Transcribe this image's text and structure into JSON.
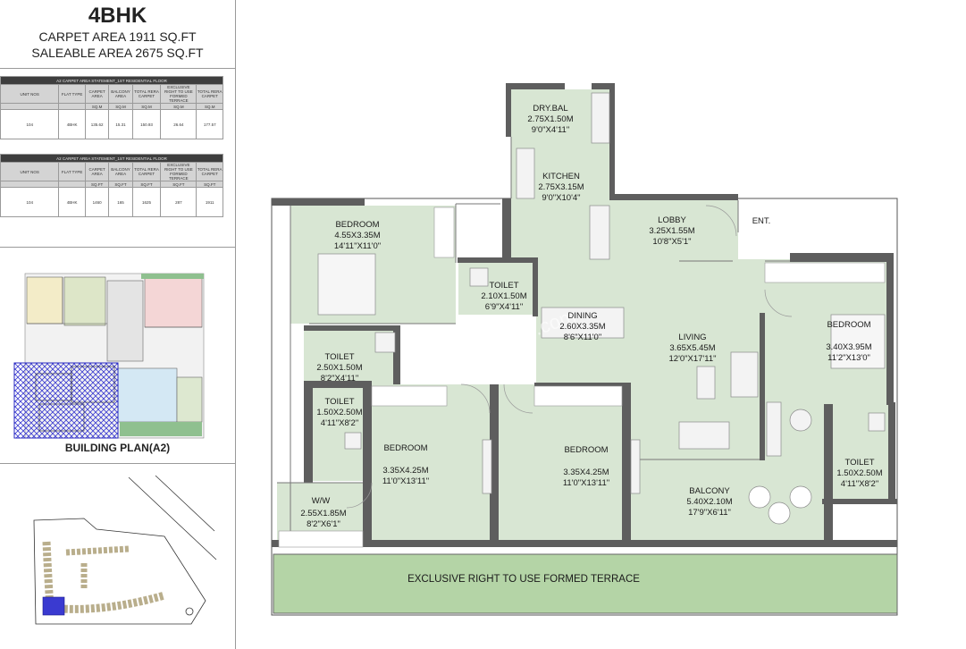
{
  "header": {
    "flat_type": "4BHK",
    "carpet_area": "CARPET AREA 1911 SQ.FT",
    "saleable_area": "SALEABLE AREA 2675 SQ.FT"
  },
  "tables": [
    {
      "caption": "A2 CARPET AREA STATEMENT_1ST RESIDENTIAL FLOOR",
      "headers": [
        "UNIT NOS",
        "FLAT TYPE",
        "CARPET AREA",
        "BALCONY AREA",
        "TOTAL RERA CARPET",
        "EXCLUSIVE RIGHT TO USE FORMED TERRACE",
        "TOTAL RERA CARPET"
      ],
      "units": [
        "",
        "",
        "SQ.M",
        "SQ.M",
        "SQ.M",
        "SQ.M",
        "SQ.M"
      ],
      "row": [
        "104",
        "4BHK",
        "135.62",
        "15.31",
        "150.93",
        "26.64",
        "177.57"
      ]
    },
    {
      "caption": "A2 CARPET AREA STATEMENT_1ST RESIDENTIAL FLOOR",
      "headers": [
        "UNIT NOS",
        "FLAT TYPE",
        "CARPET AREA",
        "BALCONY AREA",
        "TOTAL RERA CARPET",
        "EXCLUSIVE RIGHT TO USE FORMED TERRACE",
        "TOTAL RERA CARPET"
      ],
      "units": [
        "",
        "",
        "SQ.FT",
        "SQ.FT",
        "SQ.FT",
        "SQ.FT",
        "SQ.FT"
      ],
      "row": [
        "104",
        "4BHK",
        "1460",
        "165",
        "1625",
        "287",
        "1911"
      ]
    }
  ],
  "building_plan_label": "BUILDING PLAN(A2)",
  "watermark": "Housiey.com",
  "entry_label": "ENT.",
  "terrace_label": "EXCLUSIVE RIGHT TO USE FORMED TERRACE",
  "rooms": {
    "dry_bal": {
      "name": "DRY.BAL",
      "metric": "2.75X1.50M",
      "imperial": "9'0\"X4'11\""
    },
    "kitchen": {
      "name": "KITCHEN",
      "metric": "2.75X3.15M",
      "imperial": "9'0\"X10'4\""
    },
    "lobby": {
      "name": "LOBBY",
      "metric": "3.25X1.55M",
      "imperial": "10'8\"X5'1\""
    },
    "bedroom1": {
      "name": "BEDROOM",
      "metric": "4.55X3.35M",
      "imperial": "14'11\"X11'0\""
    },
    "toilet1": {
      "name": "TOILET",
      "metric": "2.10X1.50M",
      "imperial": "6'9\"X4'11\""
    },
    "dining": {
      "name": "DINING",
      "metric": "2.60X3.35M",
      "imperial": "8'6\"X11'0\""
    },
    "living": {
      "name": "LIVING",
      "metric": "3.65X5.45M",
      "imperial": "12'0\"X17'11\""
    },
    "bedroom2": {
      "name": "BEDROOM",
      "metric": "3.40X3.95M",
      "imperial": "11'2\"X13'0\""
    },
    "toilet2": {
      "name": "TOILET",
      "metric": "2.50X1.50M",
      "imperial": "8'2\"X4'11\""
    },
    "toilet3": {
      "name": "TOILET",
      "metric": "1.50X2.50M",
      "imperial": "4'11\"X8'2\""
    },
    "bedroom3": {
      "name": "BEDROOM",
      "metric": "3.35X4.25M",
      "imperial": "11'0\"X13'11\""
    },
    "bedroom4": {
      "name": "BEDROOM",
      "metric": "3.35X4.25M",
      "imperial": "11'0\"X13'11\""
    },
    "toilet4": {
      "name": "TOILET",
      "metric": "1.50X2.50M",
      "imperial": "4'11\"X8'2\""
    },
    "balcony": {
      "name": "BALCONY",
      "metric": "5.40X2.10M",
      "imperial": "17'9\"X6'11\""
    },
    "ww": {
      "name": "W/W",
      "metric": "2.55X1.85M",
      "imperial": "8'2\"X6'1\""
    }
  }
}
